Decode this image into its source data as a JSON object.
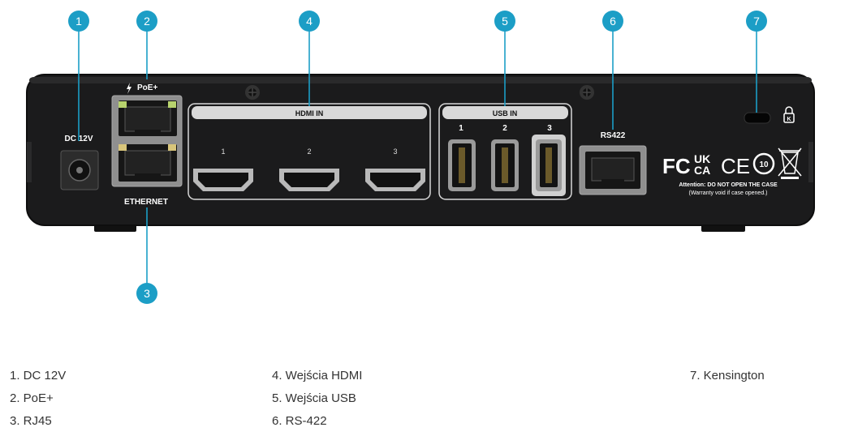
{
  "colors": {
    "callout": "#1c9ec6",
    "callout_text": "#ffffff",
    "device_body": "#1b1b1c",
    "label_text": "#ffffff",
    "legend_text": "#333333"
  },
  "device": {
    "poe_label": "PoE+",
    "dc_label": "DC 12V",
    "ethernet_label": "ETHERNET",
    "hdmi_group_label": "HDMI IN",
    "hdmi_ports": [
      "1",
      "2",
      "3"
    ],
    "usb_group_label": "USB IN",
    "usb_ports": [
      "1",
      "2",
      "3"
    ],
    "rs422_label": "RS422",
    "cert_fc": "FC",
    "cert_ukca_top": "UK",
    "cert_ukca_bottom": "CA",
    "cert_ce": "CE",
    "cert_rohs": "10",
    "warning_line1": "Attention: DO NOT OPEN THE CASE",
    "warning_line2": "(Warranty void if case opened.)",
    "kensington_icon": "lock-icon"
  },
  "callouts": [
    "1",
    "2",
    "3",
    "4",
    "5",
    "6",
    "7"
  ],
  "legend": [
    [
      "1. DC 12V",
      "2. PoE+",
      "3. RJ45"
    ],
    [
      "4. Wejścia HDMI",
      "5. Wejścia USB",
      "6. RS-422"
    ],
    [
      "7. Kensington"
    ]
  ]
}
